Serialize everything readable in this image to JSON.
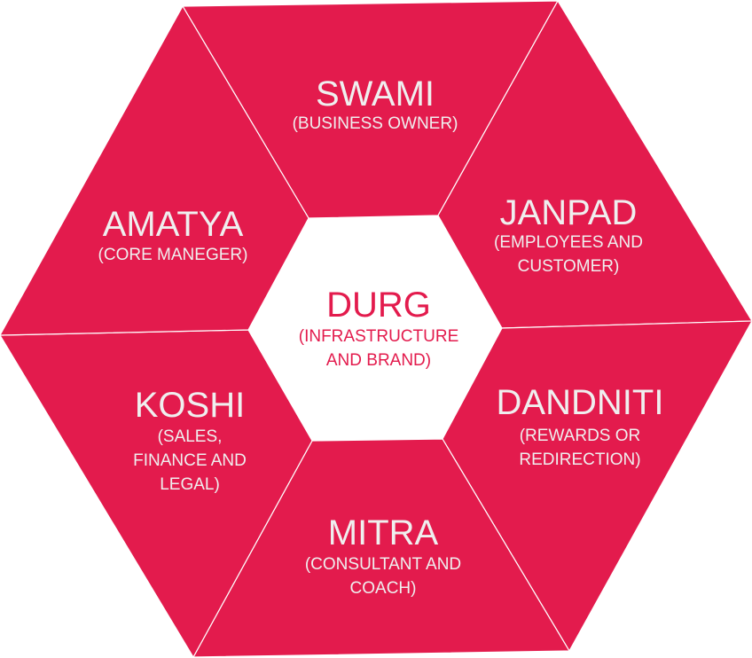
{
  "colors": {
    "segment": "#e31b4d",
    "text": "#efefef",
    "center_text": "#e31b4d"
  },
  "center": {
    "title": "DURG",
    "sub": [
      "(INFRASTRUCTURE",
      "AND BRAND)"
    ]
  },
  "segments": [
    {
      "title": "SWAMI",
      "sub": [
        "(BUSINESS OWNER)"
      ]
    },
    {
      "title": "JANPAD",
      "sub": [
        "(EMPLOYEES AND",
        "CUSTOMER)"
      ]
    },
    {
      "title": "DANDNITI",
      "sub": [
        "(REWARDS OR",
        "REDIRECTION)"
      ]
    },
    {
      "title": "MITRA",
      "sub": [
        "(CONSULTANT AND",
        "COACH)"
      ]
    },
    {
      "title": "KOSHI",
      "sub": [
        "(SALES,",
        "FINANCE AND",
        "LEGAL)"
      ]
    },
    {
      "title": "AMATYA",
      "sub": [
        "(CORE MANEGER)"
      ]
    }
  ]
}
